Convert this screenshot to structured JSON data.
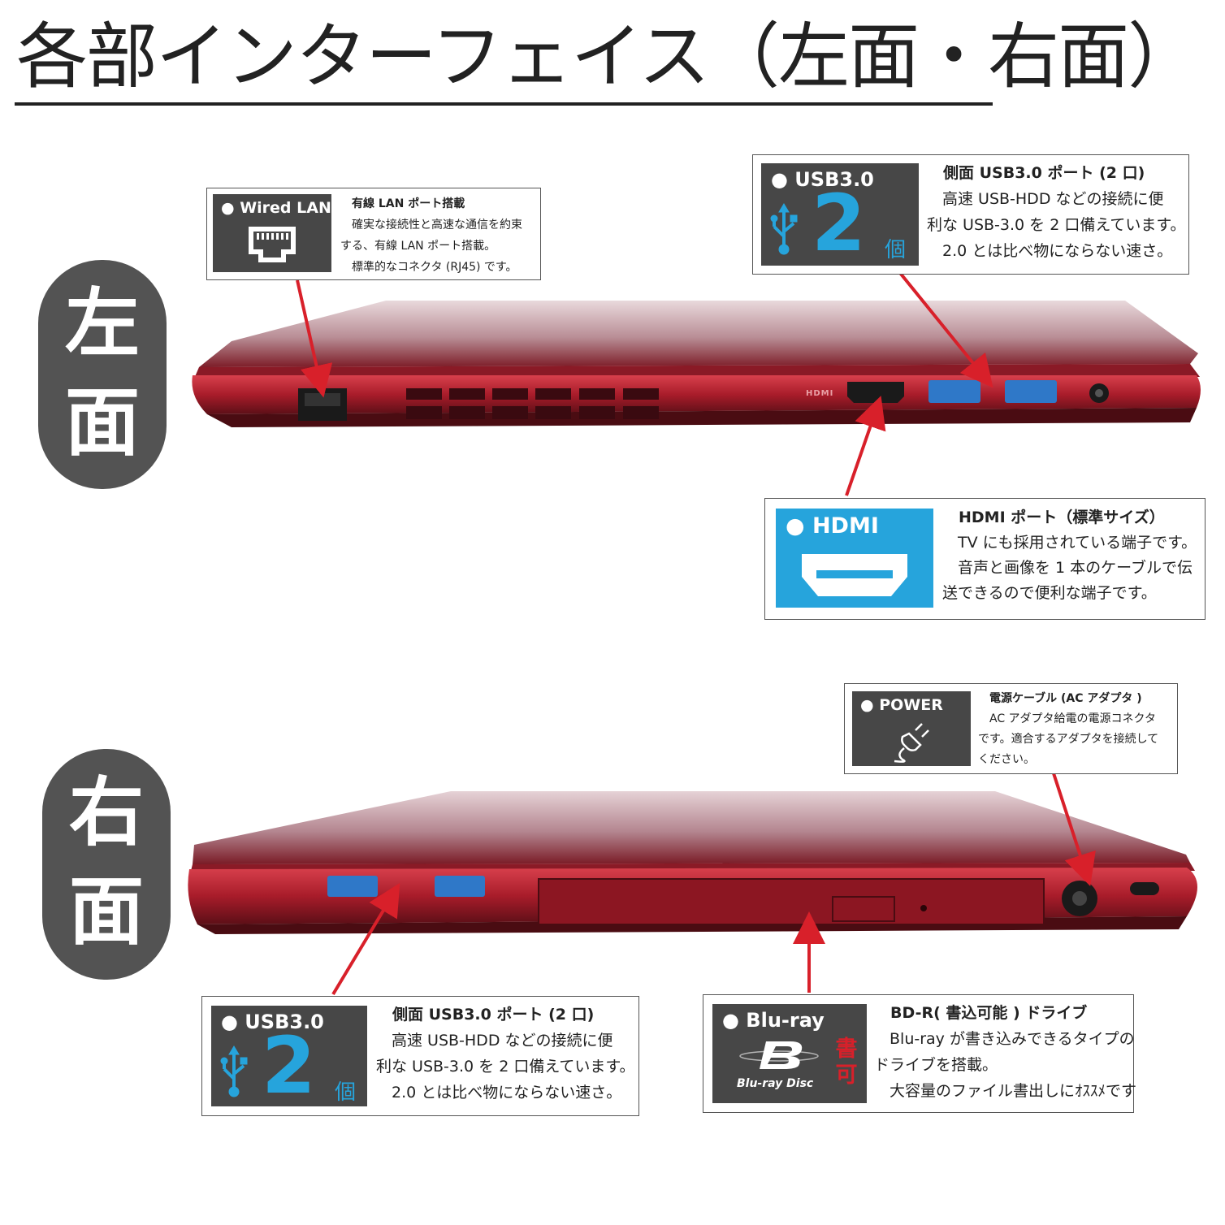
{
  "title": "各部インターフェイス（左面・右面）",
  "side_labels": {
    "left": [
      "左",
      "面"
    ],
    "right": [
      "右",
      "面"
    ]
  },
  "boxes": {
    "lan": {
      "badge": "● Wired LAN",
      "heading": "有線 LAN ポート搭載",
      "lines": [
        "　確実な接続性と高速な通信を約束",
        "する、有線 LAN ポート搭載。",
        "　標準的なコネクタ (RJ45) です。"
      ]
    },
    "usb_left": {
      "badge": "● USB3.0",
      "count": "2",
      "unit": "個",
      "heading": "側面 USB3.0 ポート (2 口)",
      "lines": [
        "　高速 USB-HDD などの接続に便",
        "利な USB-3.0 を 2 口備えています。",
        "　2.0 とは比べ物にならない速さ。"
      ]
    },
    "hdmi": {
      "badge": "● HDMI",
      "heading": "HDMI ポート（標準サイズ）",
      "lines": [
        "　TV にも採用されている端子です。",
        "　音声と画像を 1 本のケーブルで伝",
        "送できるので便利な端子です。"
      ]
    },
    "power": {
      "badge": "● POWER",
      "heading": "電源ケーブル (AC アダプタ )",
      "lines": [
        "　AC アダプタ給電の電源コネクタ",
        "です。適合するアダプタを接続して",
        "ください。"
      ]
    },
    "usb_right": {
      "badge": "● USB3.0",
      "count": "2",
      "unit": "個",
      "heading": "側面 USB3.0 ポート (2 口)",
      "lines": [
        "　高速 USB-HDD などの接続に便",
        "利な USB-3.0 を 2 口備えています。",
        "　2.0 とは比べ物にならない速さ。"
      ]
    },
    "bluray": {
      "badge": "● Blu-ray",
      "logo_text": "Blu-ray Disc",
      "writable": [
        "書",
        "可"
      ],
      "heading": "BD-R( 書込可能 ) ドライブ",
      "lines": [
        "　Blu-ray が書き込みできるタイプの",
        "ドライブを搭載。",
        "　大容量のファイル書出しにｵｽｽﾒです"
      ]
    }
  },
  "laptop_labels": {
    "hdmi_mark": "HDMI"
  },
  "colors": {
    "accent_red": "#d8202a",
    "badge_gray": "#474747",
    "hdmi_blue": "#26a4dc",
    "laptop_red": "#b5202c",
    "usb_blue": "#2f78c8"
  }
}
